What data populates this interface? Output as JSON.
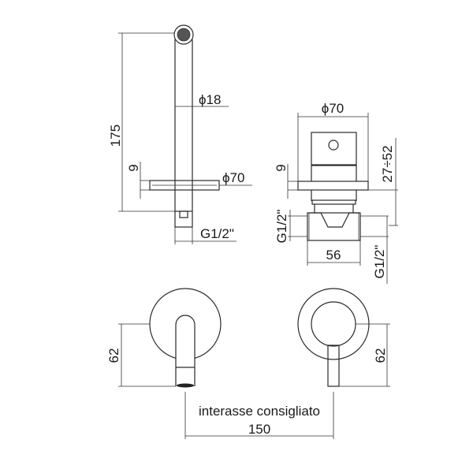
{
  "drawing": {
    "side_view": {
      "height_dim": "175",
      "spout_diameter": "ϕ18",
      "plate_thickness": "9",
      "plate_diameter": "ϕ70",
      "connection": "G1/2\""
    },
    "body_view": {
      "plate_diameter": "ϕ70",
      "plate_thickness": "9",
      "depth_range": "27÷52",
      "inlet_left": "G1/2\"",
      "body_width": "56",
      "inlet_right": "G1/2\""
    },
    "front_view": {
      "spout_height": "62",
      "mixer_height": "62",
      "recommended_label": "interasse consigliato",
      "center_distance": "150"
    }
  }
}
